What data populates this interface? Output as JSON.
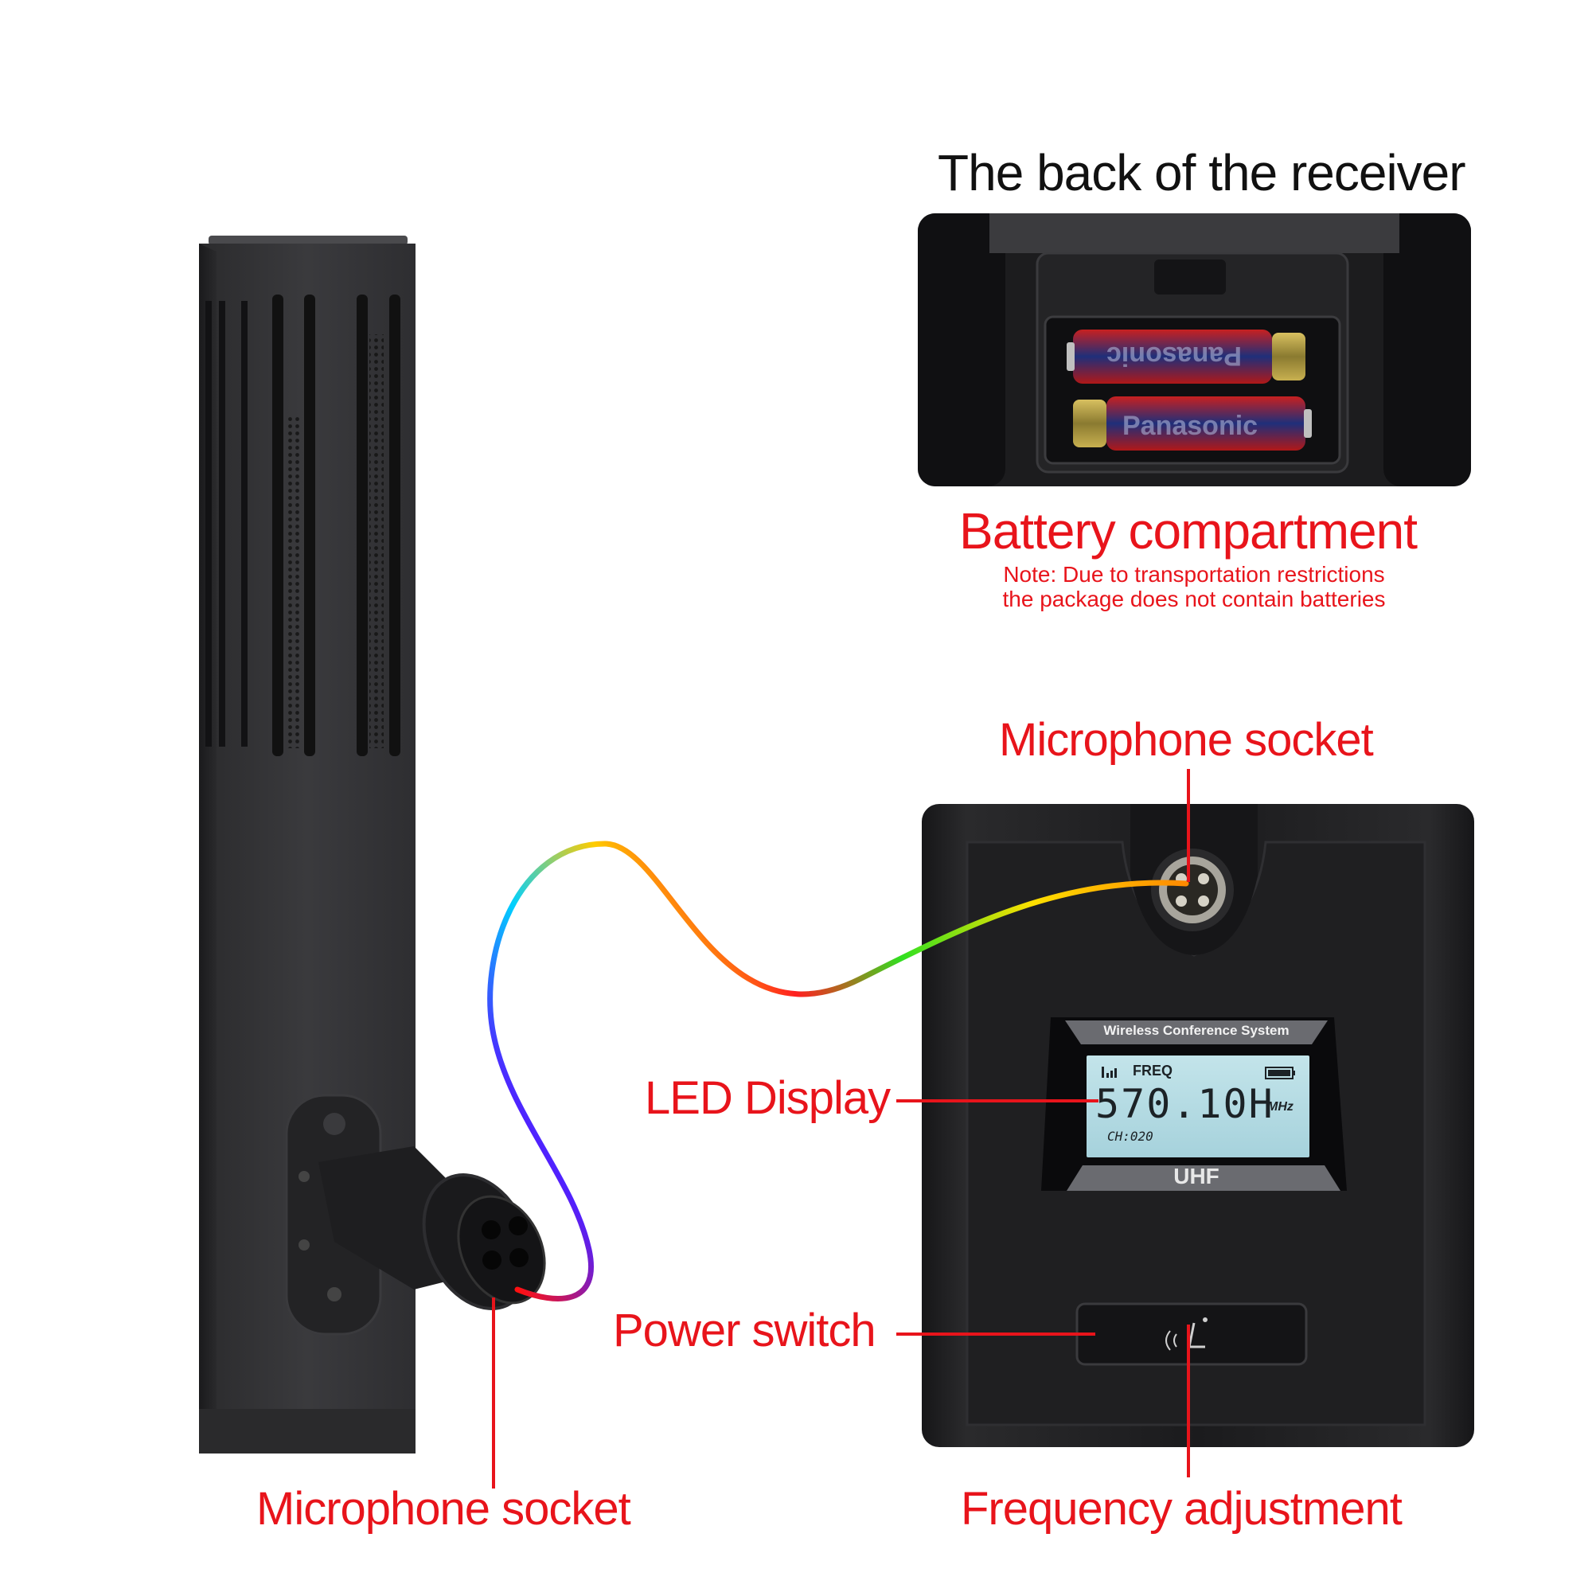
{
  "header": {
    "title": "The back of the receiver"
  },
  "battery": {
    "label": "Battery compartment",
    "note_line1": "Note: Due to transportation restrictions",
    "note_line2": "the package does not contain batteries",
    "battery_brand": "Panasonic"
  },
  "callouts": {
    "receiver_mic_socket": "Microphone socket",
    "led_display": "LED Display",
    "power_switch": "Power switch",
    "frequency_adjustment": "Frequency adjustment",
    "mic_socket": "Microphone socket"
  },
  "display": {
    "header": "Wireless Conference System",
    "freq_label": "FREQ",
    "frequency": "570.10H",
    "unit": "MHz",
    "channel": "CH:020",
    "footer": "UHF"
  },
  "colors": {
    "callout_red": "#e8141b",
    "device_black": "#1b1b1d"
  }
}
